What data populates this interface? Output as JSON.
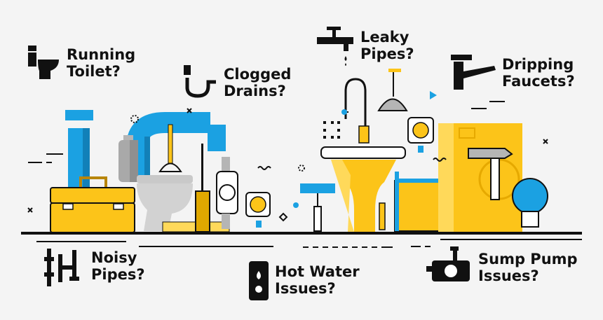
{
  "labels": {
    "running_toilet": [
      "Running",
      "Toilet?"
    ],
    "clogged_drains": [
      "Clogged",
      "Drains?"
    ],
    "leaky_pipes": [
      "Leaky",
      "Pipes?"
    ],
    "dripping_faucets": [
      "Dripping",
      "Faucets?"
    ],
    "noisy_pipes": [
      "Noisy",
      "Pipes?"
    ],
    "hot_water": [
      "Hot Water",
      "Issues?"
    ],
    "sump_pump": [
      "Sump Pump",
      "Issues?"
    ]
  },
  "colors": {
    "yellow": "#fcc419",
    "light_yellow": "#ffd95a",
    "blue": "#1ba1e2",
    "gray": "#b5b5b5",
    "dark": "#111111",
    "background": "#f4f4f4"
  },
  "icons": [
    "toilet-icon",
    "drain-pipe-icon",
    "leaky-tap-icon",
    "faucet-icon",
    "noisy-pipes-icon",
    "water-heater-icon",
    "sump-pump-icon"
  ]
}
